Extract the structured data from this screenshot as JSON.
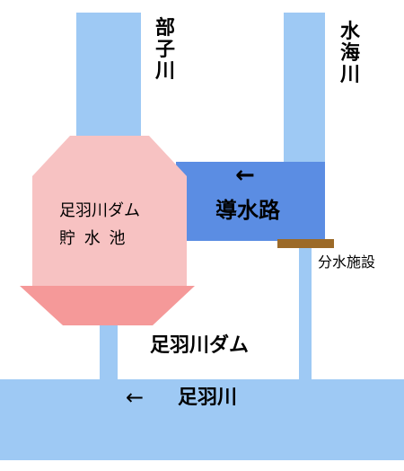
{
  "colors": {
    "water": "#9ec9f4",
    "channel": "#5b8de3",
    "reservoir": "#f7c2c2",
    "dam": "#f59999",
    "diversion": "#9c6a28"
  },
  "labels": {
    "river_bebu": "部子川",
    "river_mizuumi": "水海川",
    "channel": "導水路",
    "reservoir_line1": "足羽川ダム",
    "reservoir_line2": "貯 水 池",
    "diversion": "分水施設",
    "dam": "足羽川ダム",
    "river_asuwa": "足羽川",
    "channel_arrow": "←",
    "river_arrow": "←"
  }
}
